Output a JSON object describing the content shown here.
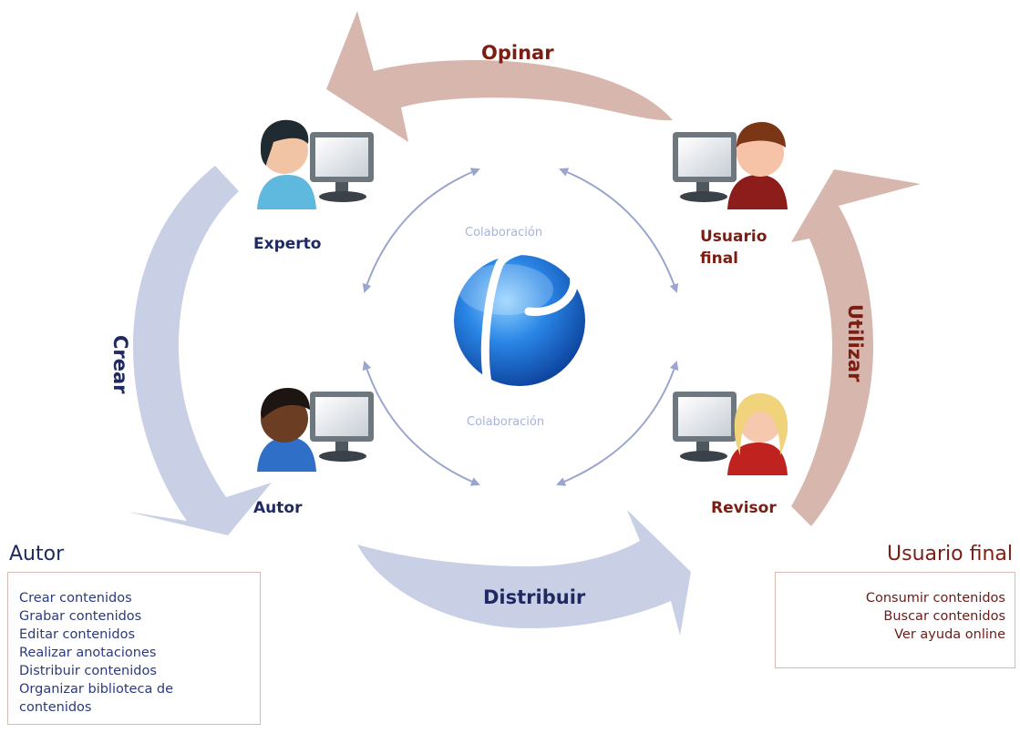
{
  "flows": {
    "opinar": "Opinar",
    "crear": "Crear",
    "utilizar": "Utilizar",
    "distribuir": "Distribuir"
  },
  "roles": {
    "experto": "Experto",
    "usuario_final": [
      "Usuario",
      "final"
    ],
    "autor": "Autor",
    "revisor": "Revisor"
  },
  "center": {
    "collab_top": "Colaboración",
    "collab_bottom": "Colaboración",
    "logo_icon": "globe-logo-icon"
  },
  "panels": {
    "autor": {
      "title": "Autor",
      "items": [
        "Crear contenidos",
        "Grabar contenidos",
        "Editar contenidos",
        "Realizar anotaciones",
        "Distribuir contenidos",
        "Organizar biblioteca de contenidos"
      ]
    },
    "usuario_final": {
      "title": "Usuario final",
      "items": [
        "Consumir contenidos",
        "Buscar contenidos",
        "Ver ayuda online"
      ]
    }
  },
  "colors": {
    "flow_blue": "#c9d0e6",
    "flow_rose": "#d7b6ae",
    "text_blue": "#1f2a63",
    "text_red": "#7a1e14",
    "collab_arrow": "#9aa5cf"
  }
}
